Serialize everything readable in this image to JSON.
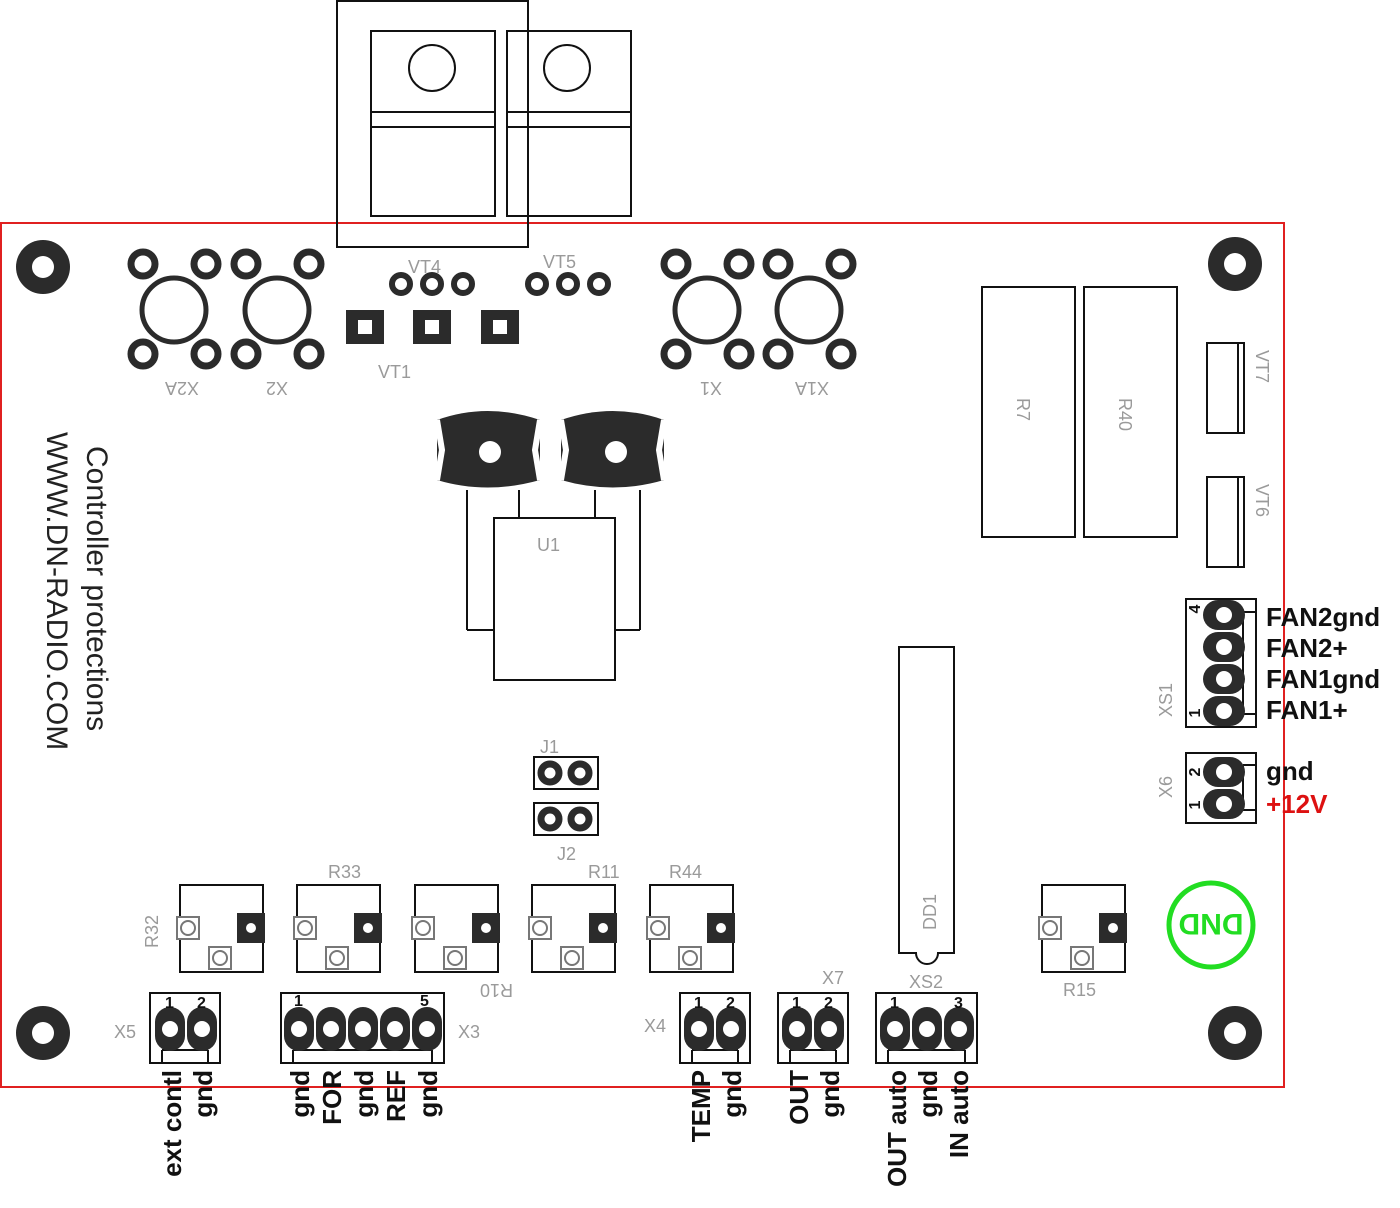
{
  "board": {
    "title_line1": "Controller protections",
    "title_line2": "WWW.DN-RADIO.COM",
    "outline_color": "#e02020",
    "logo_color": "#22dd22",
    "logo_text": "DND"
  },
  "components": {
    "VT4": "VT4",
    "VT5": "VT5",
    "VT1": "VT1",
    "X2A": "X2A",
    "X2": "X2",
    "X1": "X1",
    "X1A": "X1A",
    "U1": "U1",
    "R7": "R7",
    "R40": "R40",
    "VT7": "VT7",
    "VT6": "VT6",
    "XS1": "XS1",
    "X6": "X6",
    "J1": "J1",
    "J2": "J2",
    "R32": "R32",
    "R33": "R33",
    "R10": "R10",
    "R11": "R11",
    "R44": "R44",
    "R15": "R15",
    "DD1": "DD1",
    "X5": "X5",
    "X3": "X3",
    "X4": "X4",
    "X7": "X7",
    "XS2": "XS2"
  },
  "pin_numbers": {
    "xs1_top": "4",
    "xs1_bottom": "1",
    "x6_top": "2",
    "x6_bottom": "1",
    "x5_1": "1",
    "x5_2": "2",
    "x3_1": "1",
    "x3_5": "5",
    "x4_1": "1",
    "x4_2": "2",
    "x7_1": "1",
    "x7_2": "2",
    "xs2_1": "1",
    "xs2_3": "3"
  },
  "fan_labels": [
    "FAN2gnd",
    "FAN2+",
    "FAN1gnd",
    "FAN1+"
  ],
  "power_labels": {
    "gnd": "gnd",
    "plus12": "+12V",
    "plus12_color": "#dd1111"
  },
  "bottom_labels": {
    "x5": [
      "ext contl",
      "gnd"
    ],
    "x3": [
      "gnd",
      "FOR",
      "gnd",
      "REF",
      "gnd"
    ],
    "x4": [
      "TEMP",
      "gnd"
    ],
    "x7": [
      "OUT",
      "gnd"
    ],
    "xs2": [
      "OUT auto",
      "gnd",
      "IN auto"
    ]
  }
}
